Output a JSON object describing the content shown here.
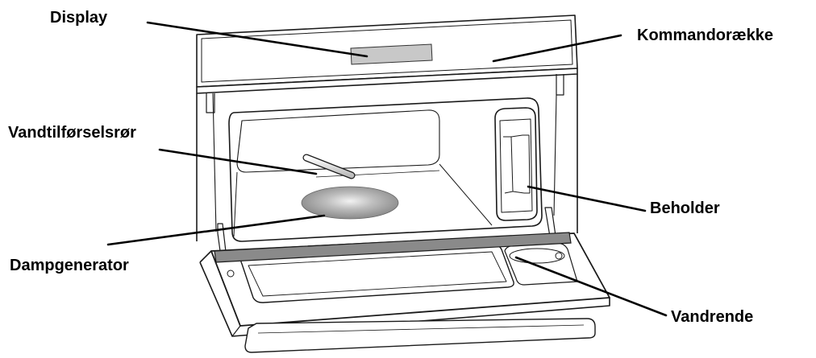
{
  "labels": {
    "display": "Display",
    "command_bar": "Kommandorække",
    "water_pipe": "Vandtilførselsrør",
    "container": "Beholder",
    "steam_generator": "Dampgenerator",
    "water_gutter": "Vandrende"
  },
  "colors": {
    "line": "#000000",
    "outline": "#1a1a1a",
    "display_window": "#c8c8c8",
    "seal_band": "#8a8a8a",
    "steam_plate": "#8f8f8f",
    "background": "#ffffff"
  }
}
